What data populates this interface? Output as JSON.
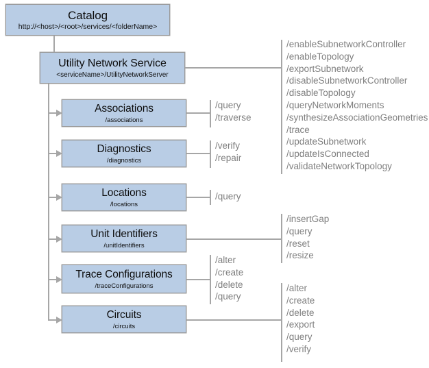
{
  "diagram": {
    "title": "Utility Network Service REST endpoint hierarchy",
    "colors": {
      "node_fill": "#b9cde5",
      "node_border": "#9a9a9a",
      "connector": "#a6a6a6",
      "operation_text": "#7f7f7f",
      "background": "#ffffff"
    }
  },
  "nodes": {
    "catalog": {
      "title": "Catalog",
      "path": "http://<host>/<root>/services/<folderName>"
    },
    "service": {
      "title": "Utility Network Service",
      "path": "<serviceName>/UtilityNetworkServer"
    },
    "associations": {
      "title": "Associations",
      "path": "/associations"
    },
    "diagnostics": {
      "title": "Diagnostics",
      "path": "/diagnostics"
    },
    "locations": {
      "title": "Locations",
      "path": "/locations"
    },
    "unit_identifiers": {
      "title": "Unit Identifiers",
      "path": "/unitIdentifiers"
    },
    "trace_configurations": {
      "title": "Trace Configurations",
      "path": "/traceConfigurations"
    },
    "circuits": {
      "title": "Circuits",
      "path": "/circuits"
    }
  },
  "operations": {
    "service": [
      "/enableSubnetworkController",
      "/enableTopology",
      "/exportSubnetwork",
      "/disableSubnetworkController",
      "/disableTopology",
      "/queryNetworkMoments",
      "/synthesizeAssociationGeometries",
      "/trace",
      "/updateSubnetwork",
      "/updateIsConnected",
      "/validateNetworkTopology"
    ],
    "associations": [
      "/query",
      "/traverse"
    ],
    "diagnostics": [
      "/verify",
      "/repair"
    ],
    "locations": [
      "/query"
    ],
    "unit_identifiers": [
      "/insertGap",
      "/query",
      "/reset",
      "/resize"
    ],
    "trace_configurations": [
      "/alter",
      "/create",
      "/delete",
      "/query"
    ],
    "circuits": [
      "/alter",
      "/create",
      "/delete",
      "/export",
      "/query",
      "/verify"
    ]
  }
}
